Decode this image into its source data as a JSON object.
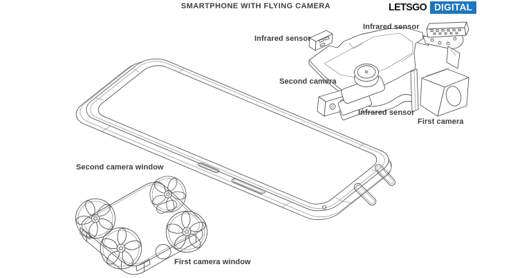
{
  "header": {
    "title": "SMARTPHONE WITH FLYING CAMERA",
    "logo": {
      "letsgo": "LETSGO",
      "digital": "DIGITAL"
    }
  },
  "labels": {
    "infrared_sensor_left": "Infrared sensor",
    "infrared_sensor_top": "Infrared sensor",
    "infrared_sensor_bottom": "Infrared sensor",
    "second_camera": "Second camera",
    "first_camera": "First camera",
    "second_camera_window": "Second camera window",
    "first_camera_window": "First camera window"
  },
  "colors": {
    "brand_blue": "#1c76c0",
    "lens_blue": "#a8cdda",
    "line_ink": "#555555",
    "line_light": "#9b9b9b",
    "label_text": "#3d3d3d"
  }
}
